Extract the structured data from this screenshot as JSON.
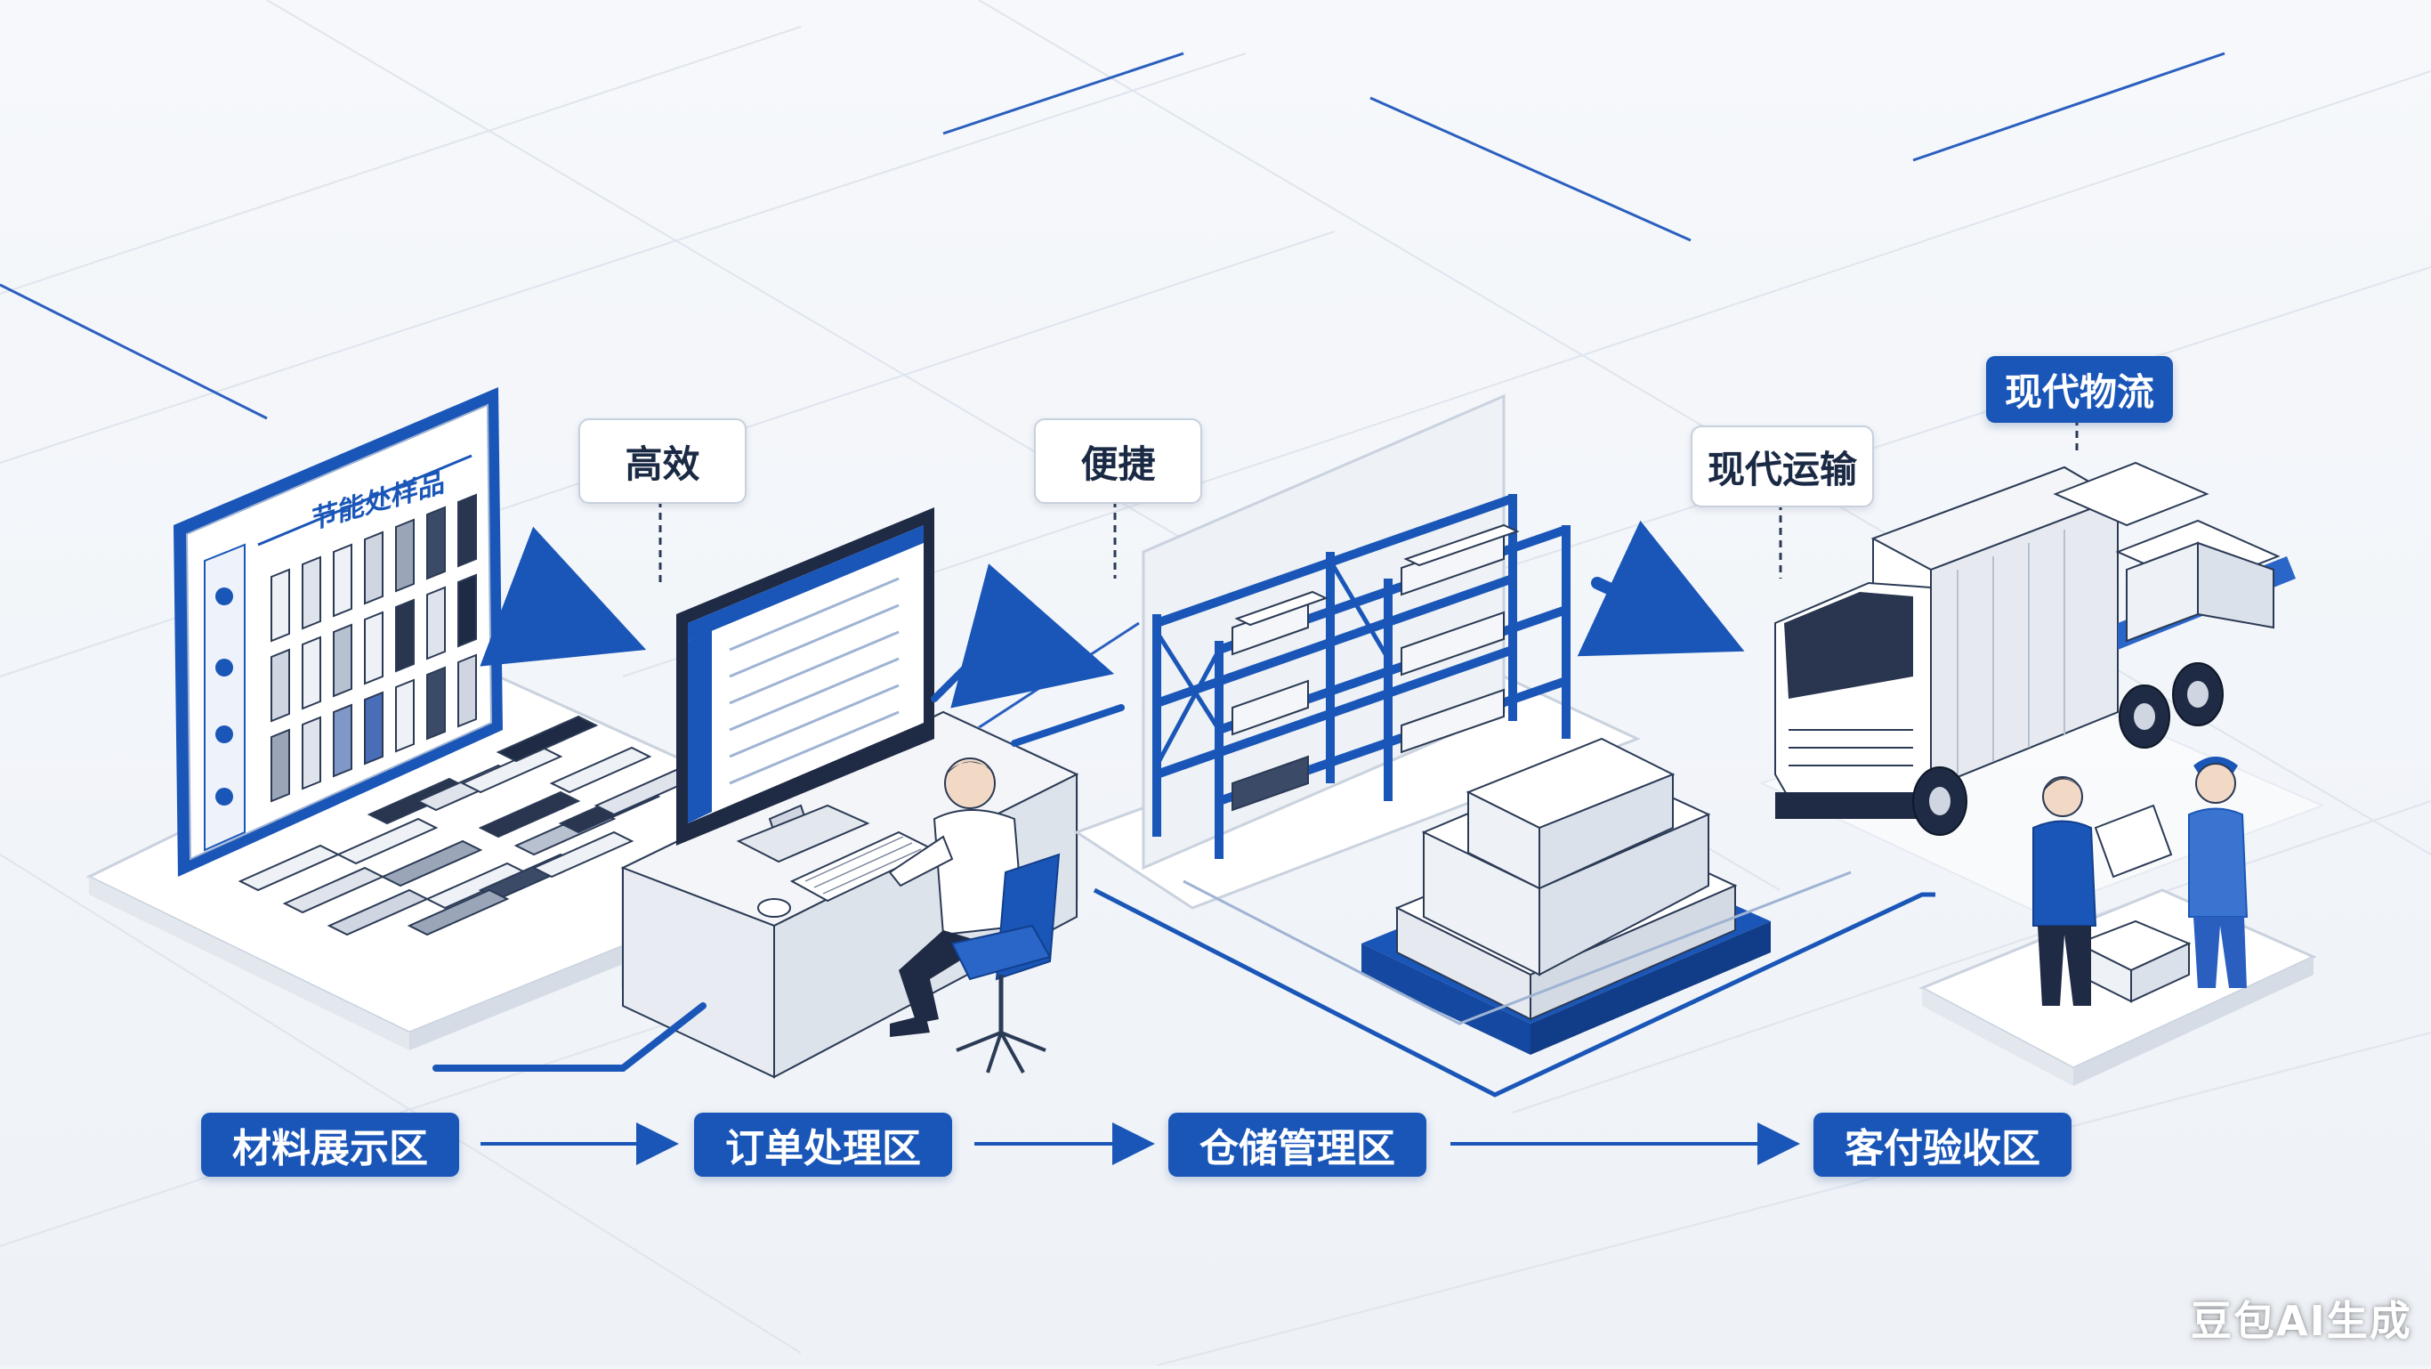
{
  "diagram": {
    "panel_title": "节能处样品",
    "zones": [
      {
        "label": "材料展示区"
      },
      {
        "label": "订单处理区"
      },
      {
        "label": "仓储管理区"
      },
      {
        "label": "客付验收区"
      }
    ],
    "tags": {
      "efficient": "高效",
      "convenient": "便捷",
      "modern_transport": "现代运输",
      "modern_logistics": "现代物流"
    },
    "watermark": "豆包AI生成"
  },
  "colors": {
    "accent": "#1a56b8",
    "background": "#f2f5f9",
    "platform": "#ffffff",
    "outline": "#2b3a55"
  },
  "icons": [
    "product-sample-panel-icon",
    "computer-monitor-icon",
    "worker-at-desk-icon",
    "warehouse-shelf-icon",
    "pallet-boxes-icon",
    "delivery-truck-icon",
    "handover-workers-icon",
    "flow-arrow-icon"
  ]
}
